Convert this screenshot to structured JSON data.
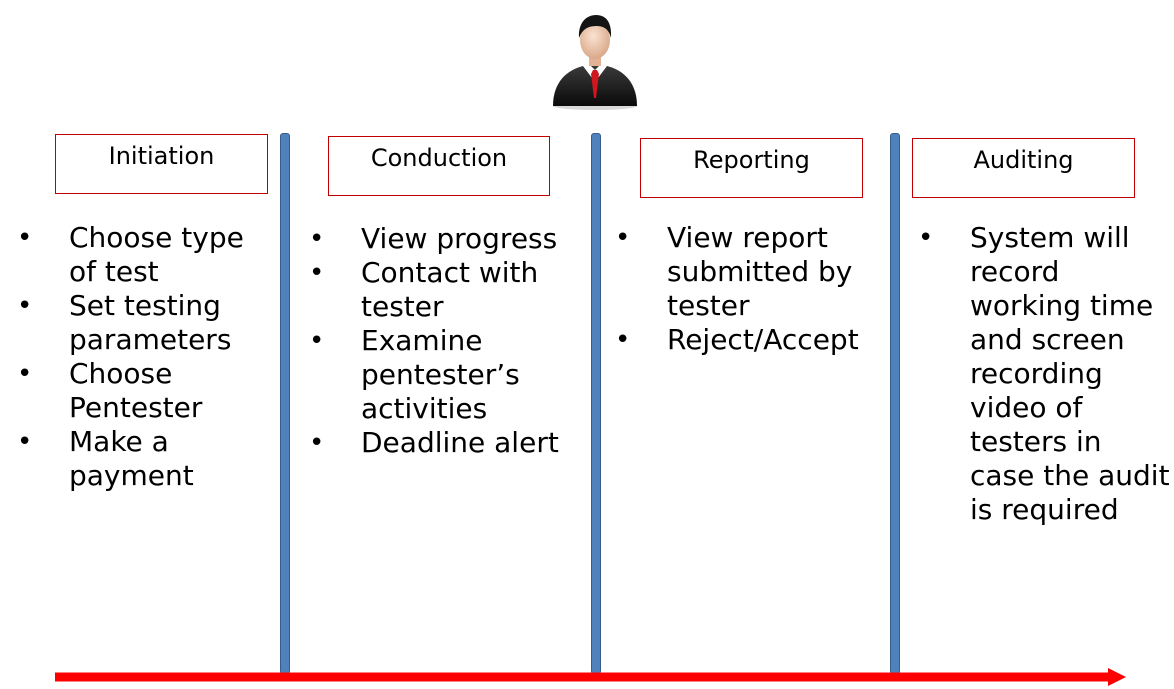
{
  "colors": {
    "divider_fill": "#4f81bd",
    "divider_stroke": "#385d8a",
    "box_border": "#c00000",
    "timeline_arrow": "#ff0000"
  },
  "icons": {
    "actor": "businessman-icon",
    "bullet": "•"
  },
  "phases": [
    {
      "title": "Initiation",
      "items": [
        "Choose type of test",
        "Set testing parameters",
        "Choose Pentester",
        "Make a payment"
      ]
    },
    {
      "title": "Conduction",
      "items": [
        "View progress",
        "Contact with tester",
        "Examine pentester’s activities",
        "Deadline alert"
      ]
    },
    {
      "title": "Reporting",
      "items": [
        "View report submitted by tester",
        "Reject/Accept"
      ]
    },
    {
      "title": "Auditing",
      "items": [
        "System will record working time and screen recording video of testers in case the audit is required"
      ]
    }
  ]
}
